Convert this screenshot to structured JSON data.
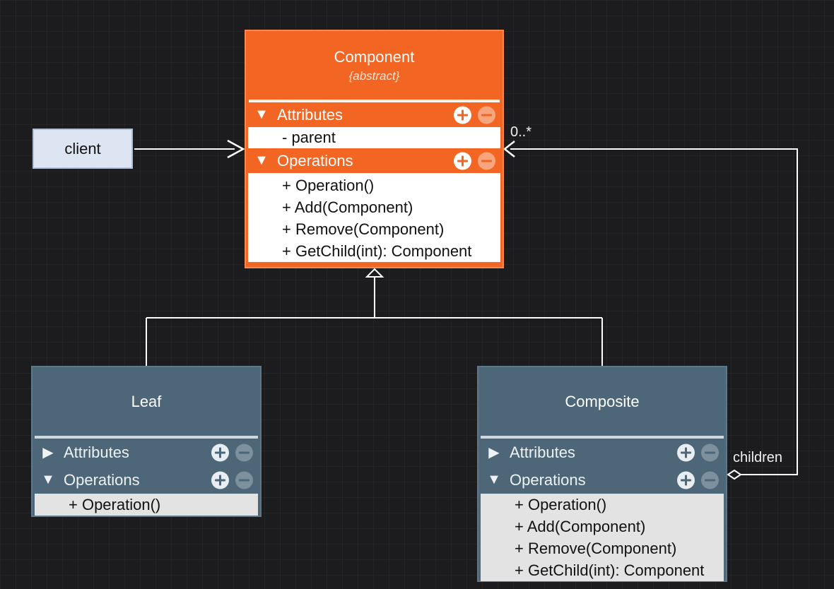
{
  "client": {
    "label": "client"
  },
  "component": {
    "name": "Component",
    "stereotype": "{abstract}",
    "attributes_title": "Attributes",
    "attributes": [
      "- parent"
    ],
    "operations_title": "Operations",
    "operations": [
      "+ Operation()",
      "+ Add(Component)",
      "+ Remove(Component)",
      "+ GetChild(int): Component"
    ]
  },
  "leaf": {
    "name": "Leaf",
    "attributes_title": "Attributes",
    "operations_title": "Operations",
    "operations": [
      "+ Operation()"
    ]
  },
  "composite": {
    "name": "Composite",
    "attributes_title": "Attributes",
    "operations_title": "Operations",
    "operations": [
      "+ Operation()",
      "+ Add(Component)",
      "+ Remove(Component)",
      "+ GetChild(int): Component"
    ]
  },
  "relations": {
    "multiplicity": "0..*",
    "role": "children"
  },
  "icons": {
    "expanded": "triangle-down-icon",
    "collapsed": "triangle-right-icon",
    "add": "plus-circle-icon",
    "remove": "minus-circle-icon"
  },
  "colors": {
    "component_fill": "#f26522",
    "class_fill": "#4d6678",
    "client_fill": "#dde5f2",
    "line": "#ffffff"
  }
}
